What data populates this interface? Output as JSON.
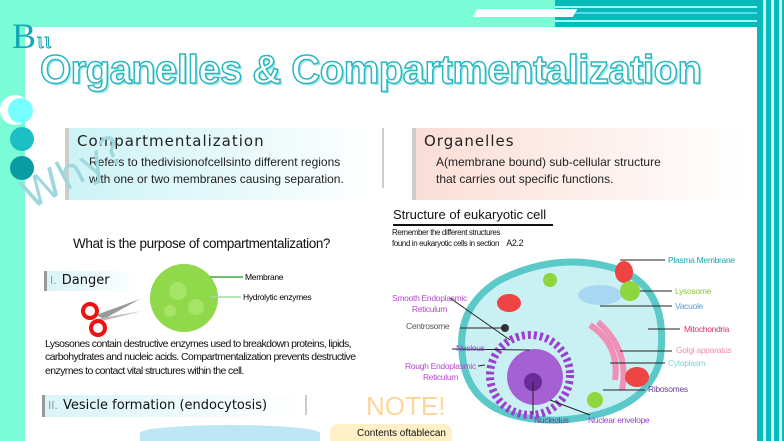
{
  "logo": {
    "letter": "B",
    "suffix": "ιι"
  },
  "title": "Organelles & Compartmentalization",
  "compartmentalization": {
    "heading": "Compartmentalization",
    "line1": "Refers to thedivisionofcellsinto different regions",
    "line2": "with one or two membranes causing separation."
  },
  "organelles": {
    "heading": "Organelles",
    "line1": "A(membrane bound) sub-cellular structure",
    "line2": "that carries out specific functions."
  },
  "why": "Why?",
  "question": "What is the purpose of compartmentalization?",
  "danger": {
    "numeral": "I.",
    "heading": "Danger",
    "membrane_label": "Membrane",
    "enzymes_label": "Hydrolytic enzymes",
    "paragraph": "Lysosones contain destructive enzymes used to breakdown proteins, lipids, carbohydrates and nucleic acids. Compartmentalization prevents destructive enzymes to contact vital structures within the cell."
  },
  "vesicle": {
    "numeral": "II.",
    "heading": "Vesicle formation (endocytosis)"
  },
  "note": {
    "title": "NOTE!",
    "text": "Contents oftablecan"
  },
  "cell": {
    "title": "Structure of eukaryotic cell",
    "remember1": "Remember the different structures",
    "remember2": "found in eukaryotic cells in section",
    "section": "A2.2",
    "labels": {
      "plasma": "Plasma Membrane",
      "lysosome": "Lysosome",
      "vacuole": "Vacuole",
      "mito": "Mitochondria",
      "golgi": "Golgi apparatus",
      "cytoplasm": "Cytoplasm",
      "ribosomes": "Ribosomes",
      "nucleolus": "Nucleolus",
      "envelope": "Nuclear envelope",
      "ser1": "Smooth Endoplasmic",
      "ser2": "Reticulum",
      "centrosome": "Centrosome",
      "nucleus": "Nucleus",
      "rer1": "Rough Endoplasmic",
      "rer2": "Reticulum"
    }
  },
  "colors": {
    "mint": "#7afcd6",
    "teal": "#08b9b9",
    "title_outline": "#27b7c0"
  }
}
